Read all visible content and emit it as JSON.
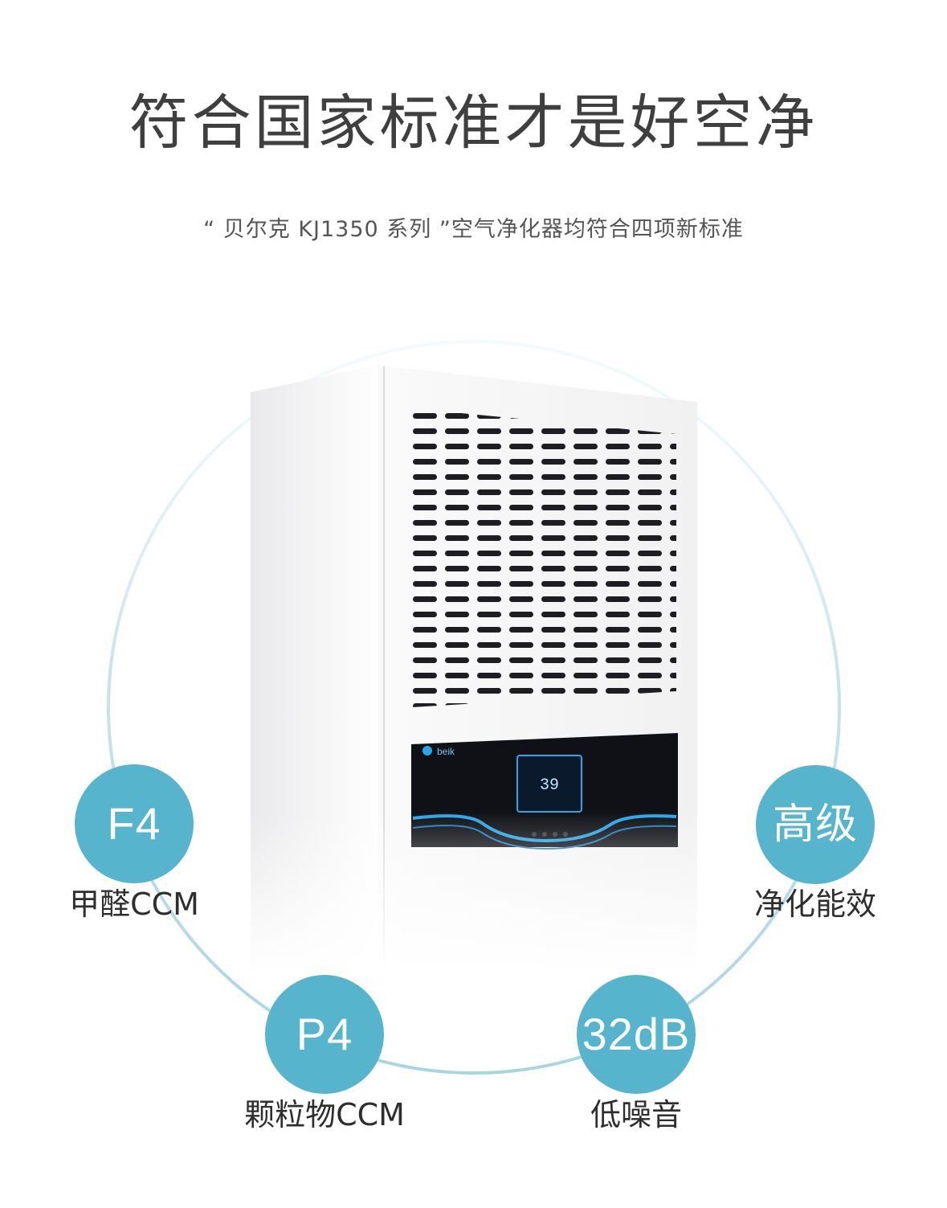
{
  "headline": "符合国家标准才是好空净",
  "subline": "“ 贝尔克 KJ1350 系列 ”空气净化器均符合四项新标准",
  "accent_color": "#56b4cc",
  "ring_color": "#b3dbe6",
  "product": {
    "brand_logo_text": "beik",
    "display_reading": "39"
  },
  "badges": [
    {
      "value": "F4",
      "caption": "甲醛CCM"
    },
    {
      "value": "高级",
      "caption": "净化能效"
    },
    {
      "value": "P4",
      "caption": "颗粒物CCM"
    },
    {
      "value": "32dB",
      "caption": "低噪音"
    }
  ]
}
